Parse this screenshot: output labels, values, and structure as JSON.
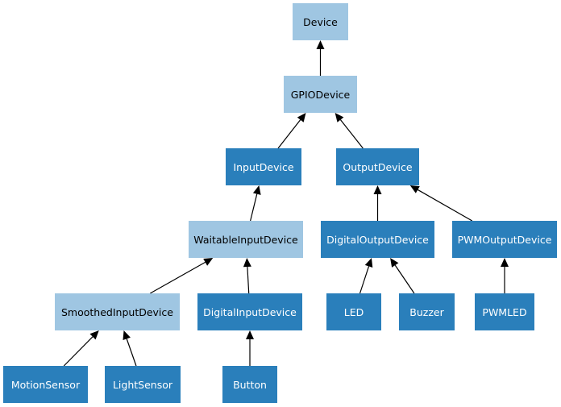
{
  "diagram": {
    "nodes": [
      {
        "id": "device",
        "label": "Device",
        "style": "light"
      },
      {
        "id": "gpio",
        "label": "GPIODevice",
        "style": "light"
      },
      {
        "id": "input",
        "label": "InputDevice",
        "style": "dark"
      },
      {
        "id": "output",
        "label": "OutputDevice",
        "style": "dark"
      },
      {
        "id": "waitable",
        "label": "WaitableInputDevice",
        "style": "light"
      },
      {
        "id": "digout",
        "label": "DigitalOutputDevice",
        "style": "dark"
      },
      {
        "id": "pwmout",
        "label": "PWMOutputDevice",
        "style": "dark"
      },
      {
        "id": "smoothed",
        "label": "SmoothedInputDevice",
        "style": "light"
      },
      {
        "id": "digin",
        "label": "DigitalInputDevice",
        "style": "dark"
      },
      {
        "id": "led",
        "label": "LED",
        "style": "dark"
      },
      {
        "id": "buzzer",
        "label": "Buzzer",
        "style": "dark"
      },
      {
        "id": "pwmled",
        "label": "PWMLED",
        "style": "dark"
      },
      {
        "id": "motion",
        "label": "MotionSensor",
        "style": "dark"
      },
      {
        "id": "light",
        "label": "LightSensor",
        "style": "dark"
      },
      {
        "id": "button",
        "label": "Button",
        "style": "dark"
      }
    ],
    "edges": [
      {
        "from": "gpio",
        "to": "device"
      },
      {
        "from": "input",
        "to": "gpio"
      },
      {
        "from": "output",
        "to": "gpio"
      },
      {
        "from": "waitable",
        "to": "input"
      },
      {
        "from": "digout",
        "to": "output"
      },
      {
        "from": "pwmout",
        "to": "output"
      },
      {
        "from": "smoothed",
        "to": "waitable"
      },
      {
        "from": "digin",
        "to": "waitable"
      },
      {
        "from": "led",
        "to": "digout"
      },
      {
        "from": "buzzer",
        "to": "digout"
      },
      {
        "from": "pwmled",
        "to": "pwmout"
      },
      {
        "from": "motion",
        "to": "smoothed"
      },
      {
        "from": "light",
        "to": "smoothed"
      },
      {
        "from": "button",
        "to": "digin"
      }
    ],
    "colors": {
      "light_node": "#9fc6e2",
      "dark_node": "#2a7fbb",
      "edge": "#000000"
    }
  }
}
